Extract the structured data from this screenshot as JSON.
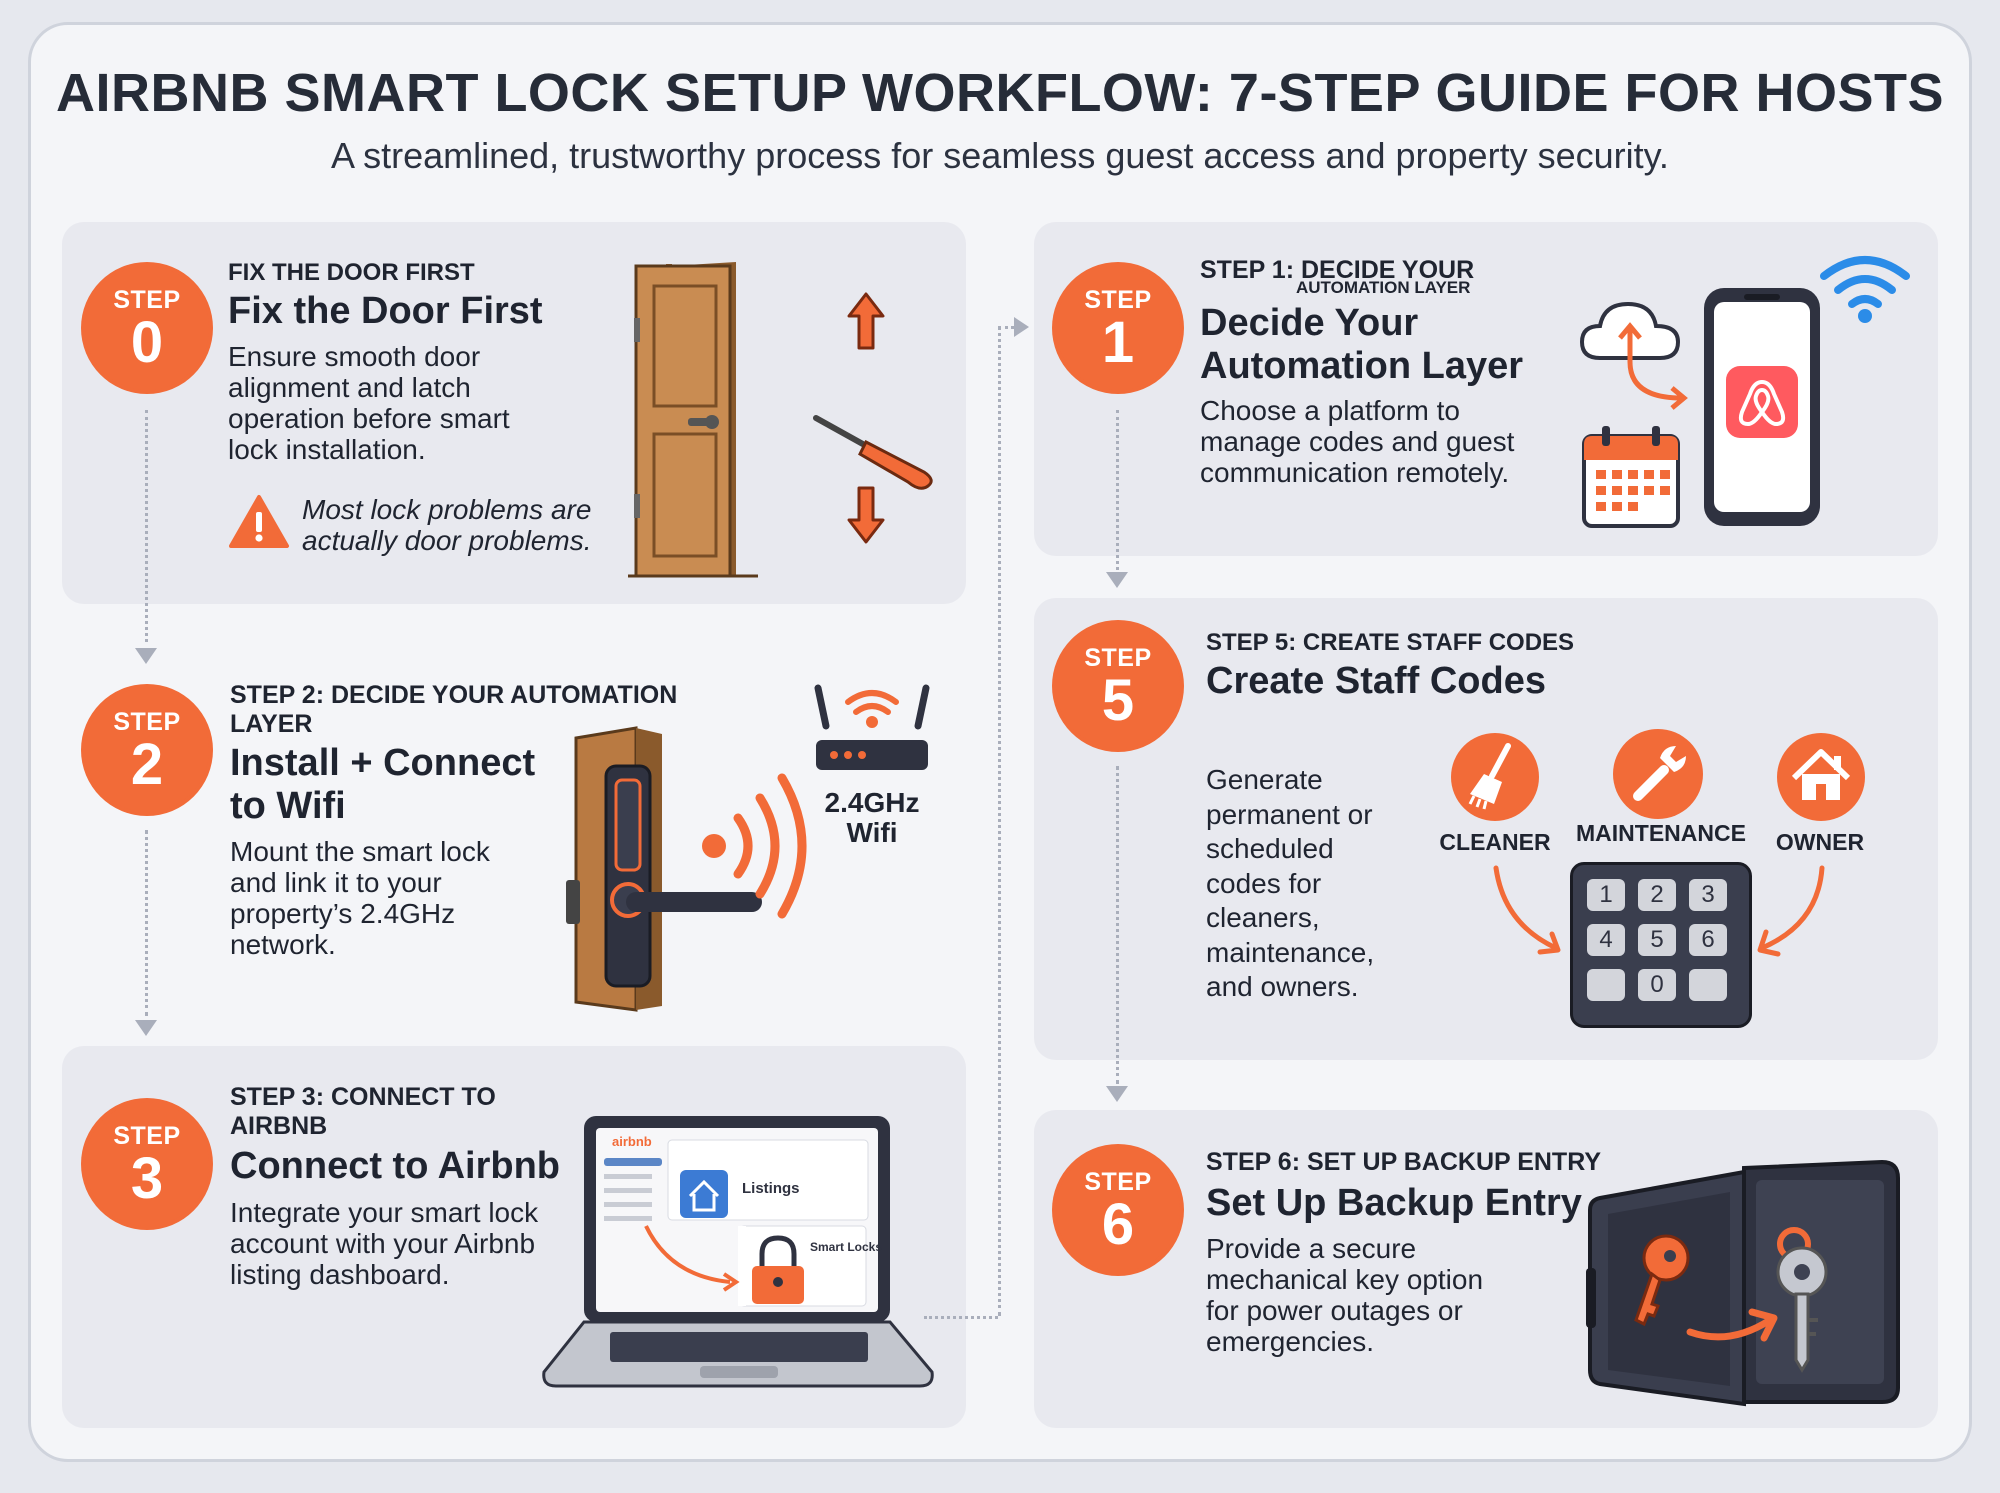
{
  "title": "AIRBNB SMART LOCK SETUP WORKFLOW: 7-STEP GUIDE FOR HOSTS",
  "subtitle": "A streamlined, trustworthy process for seamless guest access and property security.",
  "accent_color": "#f26b38",
  "badge_word": "STEP",
  "steps": {
    "s0": {
      "number": "0",
      "kicker": "FIX THE DOOR FIRST",
      "heading": "Fix the Door First",
      "description": "Ensure smooth door alignment and latch operation before smart lock installation.",
      "note": "Most lock problems are actually door problems.",
      "icons": [
        "warning-icon",
        "door-icon",
        "screwdriver-icon",
        "arrow-up-icon",
        "arrow-down-icon"
      ]
    },
    "s1": {
      "number": "1",
      "kicker_line1": "STEP 1: DECIDE YOUR",
      "kicker_line2": "AUTOMATION LAYER",
      "heading": "Decide Your Automation Layer",
      "description": "Choose a platform to manage codes and guest communication remotely.",
      "icons": [
        "cloud-icon",
        "calendar-icon",
        "smartphone-icon",
        "airbnb-logo-icon",
        "wifi-icon"
      ]
    },
    "s2": {
      "number": "2",
      "kicker": "STEP 2: DECIDE YOUR AUTOMATION LAYER",
      "heading": "Install + Connect to Wifi",
      "description": "Mount the smart lock and link it to your property’s 2.4GHz network.",
      "wifi_label": "2.4GHz Wifi",
      "icons": [
        "smart-lock-icon",
        "router-icon",
        "signal-waves-icon"
      ]
    },
    "s3": {
      "number": "3",
      "kicker": "STEP 3: CONNECT TO AIRBNB",
      "heading": "Connect to Airbnb",
      "description": "Integrate your smart lock account with your Airbnb listing dashboard.",
      "screen_brand": "airbnb",
      "screen_listings": "Listings",
      "screen_smart_locks": "Smart Locks",
      "icons": [
        "laptop-icon",
        "home-icon",
        "padlock-icon"
      ]
    },
    "s5": {
      "number": "5",
      "kicker": "STEP 5: CREATE STAFF CODES",
      "heading": "Create Staff Codes",
      "description": "Generate permanent or scheduled codes for cleaners, maintenance, and owners.",
      "roles": [
        "CLEANER",
        "MAINTENANCE",
        "OWNER"
      ],
      "keypad": [
        "1",
        "2",
        "3",
        "4",
        "5",
        "6",
        "",
        "0",
        ""
      ],
      "icons": [
        "broom-icon",
        "wrench-icon",
        "house-icon",
        "keypad-icon"
      ]
    },
    "s6": {
      "number": "6",
      "kicker": "STEP 6: SET UP BACKUP ENTRY",
      "heading": "Set Up Backup Entry",
      "description": "Provide a secure mechanical key option for power outages or emergencies.",
      "icons": [
        "lockbox-icon",
        "key-icon"
      ]
    }
  }
}
